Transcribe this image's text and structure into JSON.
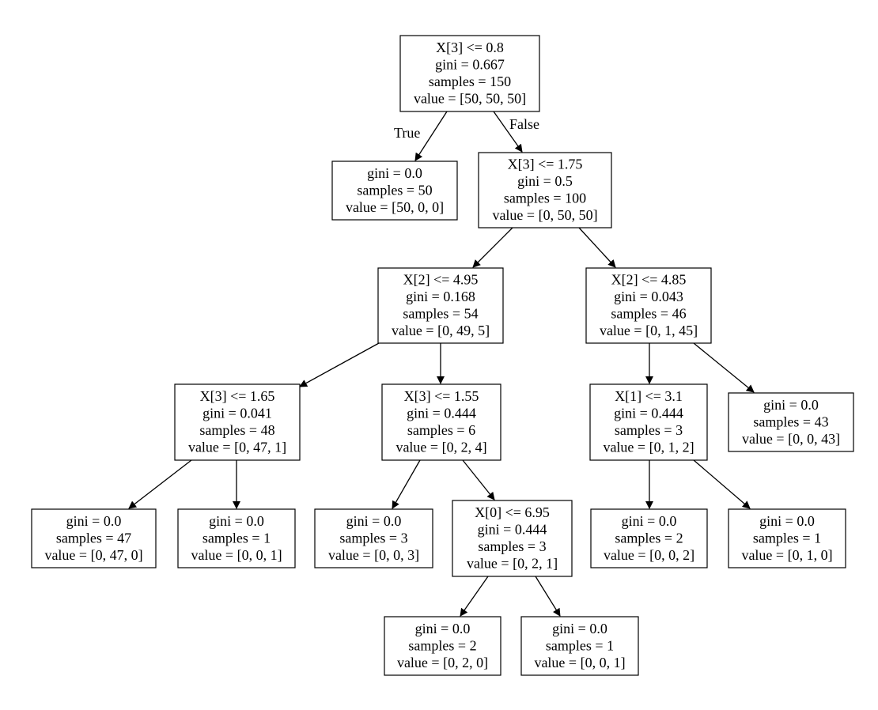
{
  "edge_labels": {
    "true_label": "True",
    "false_label": "False"
  },
  "nodes": [
    {
      "id": "n0",
      "lines": [
        "X[3] <= 0.8",
        "gini = 0.667",
        "samples = 150",
        "value = [50, 50, 50]"
      ]
    },
    {
      "id": "n1",
      "lines": [
        "gini = 0.0",
        "samples = 50",
        "value = [50, 0, 0]"
      ]
    },
    {
      "id": "n2",
      "lines": [
        "X[3] <= 1.75",
        "gini = 0.5",
        "samples = 100",
        "value = [0, 50, 50]"
      ]
    },
    {
      "id": "n3",
      "lines": [
        "X[2] <= 4.95",
        "gini = 0.168",
        "samples = 54",
        "value = [0, 49, 5]"
      ]
    },
    {
      "id": "n4",
      "lines": [
        "X[2] <= 4.85",
        "gini = 0.043",
        "samples = 46",
        "value = [0, 1, 45]"
      ]
    },
    {
      "id": "n5",
      "lines": [
        "X[3] <= 1.65",
        "gini = 0.041",
        "samples = 48",
        "value = [0, 47, 1]"
      ]
    },
    {
      "id": "n6",
      "lines": [
        "X[3] <= 1.55",
        "gini = 0.444",
        "samples = 6",
        "value = [0, 2, 4]"
      ]
    },
    {
      "id": "n7",
      "lines": [
        "X[1] <= 3.1",
        "gini = 0.444",
        "samples = 3",
        "value = [0, 1, 2]"
      ]
    },
    {
      "id": "n8",
      "lines": [
        "gini = 0.0",
        "samples = 43",
        "value = [0, 0, 43]"
      ]
    },
    {
      "id": "n9",
      "lines": [
        "gini = 0.0",
        "samples = 47",
        "value = [0, 47, 0]"
      ]
    },
    {
      "id": "n10",
      "lines": [
        "gini = 0.0",
        "samples = 1",
        "value = [0, 0, 1]"
      ]
    },
    {
      "id": "n11",
      "lines": [
        "gini = 0.0",
        "samples = 3",
        "value = [0, 0, 3]"
      ]
    },
    {
      "id": "n12",
      "lines": [
        "X[0] <= 6.95",
        "gini = 0.444",
        "samples = 3",
        "value = [0, 2, 1]"
      ]
    },
    {
      "id": "n13",
      "lines": [
        "gini = 0.0",
        "samples = 2",
        "value = [0, 0, 2]"
      ]
    },
    {
      "id": "n14",
      "lines": [
        "gini = 0.0",
        "samples = 1",
        "value = [0, 1, 0]"
      ]
    },
    {
      "id": "n15",
      "lines": [
        "gini = 0.0",
        "samples = 2",
        "value = [0, 2, 0]"
      ]
    },
    {
      "id": "n16",
      "lines": [
        "gini = 0.0",
        "samples = 1",
        "value = [0, 0, 1]"
      ]
    }
  ],
  "edges": [
    {
      "from": "n0",
      "to": "n1"
    },
    {
      "from": "n0",
      "to": "n2"
    },
    {
      "from": "n2",
      "to": "n3"
    },
    {
      "from": "n2",
      "to": "n4"
    },
    {
      "from": "n3",
      "to": "n5"
    },
    {
      "from": "n3",
      "to": "n6"
    },
    {
      "from": "n4",
      "to": "n7"
    },
    {
      "from": "n4",
      "to": "n8"
    },
    {
      "from": "n5",
      "to": "n9"
    },
    {
      "from": "n5",
      "to": "n10"
    },
    {
      "from": "n6",
      "to": "n11"
    },
    {
      "from": "n6",
      "to": "n12"
    },
    {
      "from": "n7",
      "to": "n13"
    },
    {
      "from": "n7",
      "to": "n14"
    },
    {
      "from": "n12",
      "to": "n15"
    },
    {
      "from": "n12",
      "to": "n16"
    }
  ]
}
